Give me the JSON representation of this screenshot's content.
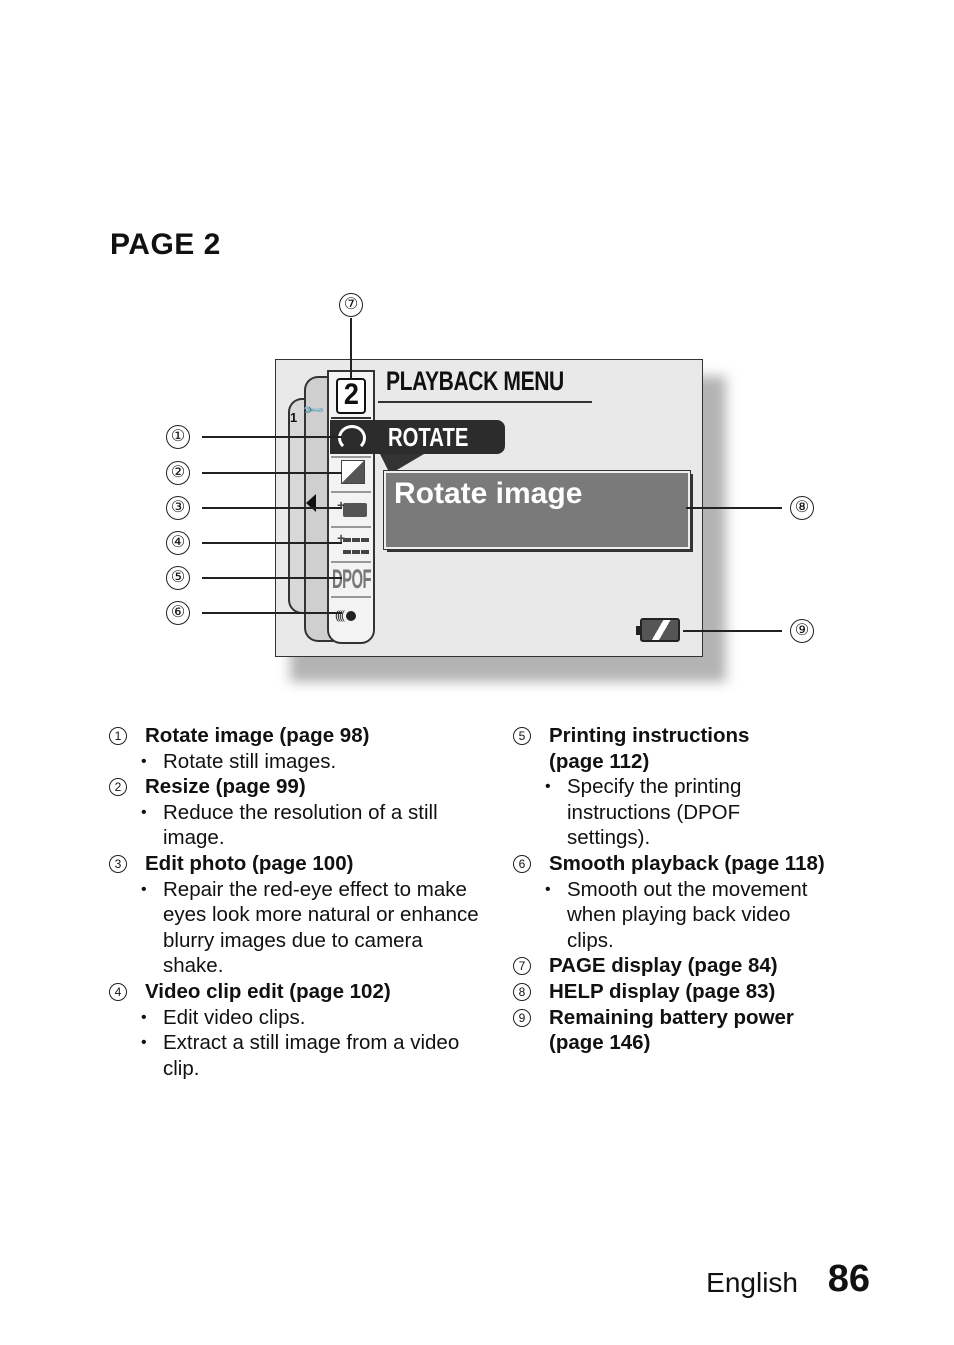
{
  "page_heading": "PAGE 2",
  "screen": {
    "menu_title": "PLAYBACK MENU",
    "page_indicator": "2",
    "selected_item": "ROTATE",
    "help_text": "Rotate image",
    "icons": [
      "rotate-icon",
      "resize-icon",
      "edit-photo-icon",
      "video-clip-edit-icon",
      "dpof-icon",
      "smooth-playback-icon",
      "wrench-icon",
      "battery-icon"
    ],
    "dpof_icon_text": "DPOF",
    "callouts": [
      "①",
      "②",
      "③",
      "④",
      "⑤",
      "⑥",
      "⑦",
      "⑧",
      "⑨"
    ]
  },
  "legend": {
    "left": [
      {
        "num": "1",
        "head": "Rotate image (page 98)",
        "subs": [
          "Rotate still images."
        ]
      },
      {
        "num": "2",
        "head": "Resize (page 99)",
        "subs": [
          "Reduce the resolution of a still image."
        ]
      },
      {
        "num": "3",
        "head": "Edit photo (page 100)",
        "subs": [
          "Repair the red-eye effect to make eyes look more natural or enhance blurry images due to camera shake."
        ]
      },
      {
        "num": "4",
        "head": "Video clip edit (page 102)",
        "subs": [
          "Edit video clips.",
          "Extract a still image from a video clip."
        ]
      }
    ],
    "right": [
      {
        "num": "5",
        "head": "Printing instructions (page 112)",
        "subs": [
          "Specify the printing instructions (DPOF settings)."
        ]
      },
      {
        "num": "6",
        "head": "Smooth playback (page 118)",
        "subs": [
          "Smooth out the movement when playing back video clips."
        ]
      },
      {
        "num": "7",
        "head": "PAGE display (page 84)",
        "subs": []
      },
      {
        "num": "8",
        "head": "HELP display (page 83)",
        "subs": []
      },
      {
        "num": "9",
        "head": "Remaining battery power (page 146)",
        "subs": []
      }
    ]
  },
  "footer": {
    "language": "English",
    "page_number": "86"
  }
}
